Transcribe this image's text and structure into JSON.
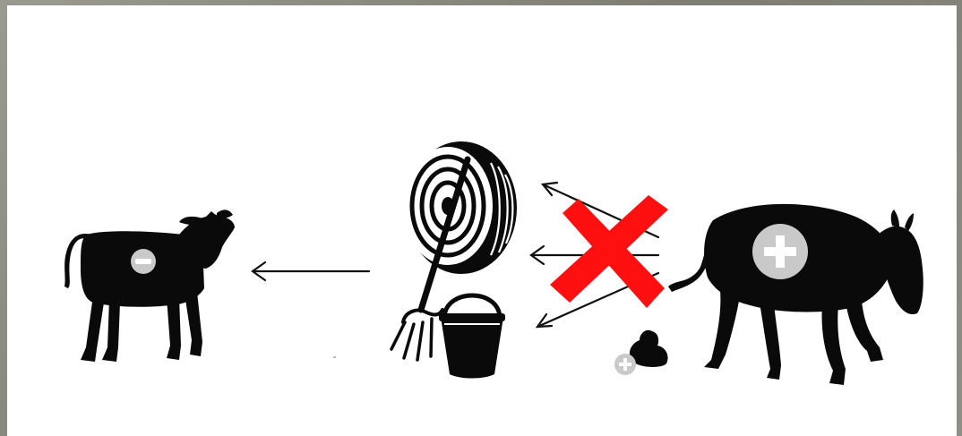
{
  "diagram": {
    "palette": {
      "silhouette": "#0a0a0a",
      "badge": "#c9c9c9",
      "badge_symbol": "#ffffff",
      "cross": "#ff1010",
      "background": "#ffffff",
      "frame": "#8a8a80"
    },
    "nodes": [
      {
        "id": "calf",
        "icon": "calf-silhouette-icon",
        "badge": "minus"
      },
      {
        "id": "feed",
        "icons": [
          "hay-bale-icon",
          "pitchfork-icon",
          "bucket-icon"
        ]
      },
      {
        "id": "cow",
        "icon": "cow-silhouette-icon",
        "badge": "plus"
      },
      {
        "id": "manure",
        "icon": "manure-icon",
        "badge": "plus"
      }
    ],
    "edges": [
      {
        "from": "feed",
        "to": "calf"
      },
      {
        "from": "cow",
        "to": "feed",
        "count": 3,
        "blocked": true
      }
    ]
  }
}
